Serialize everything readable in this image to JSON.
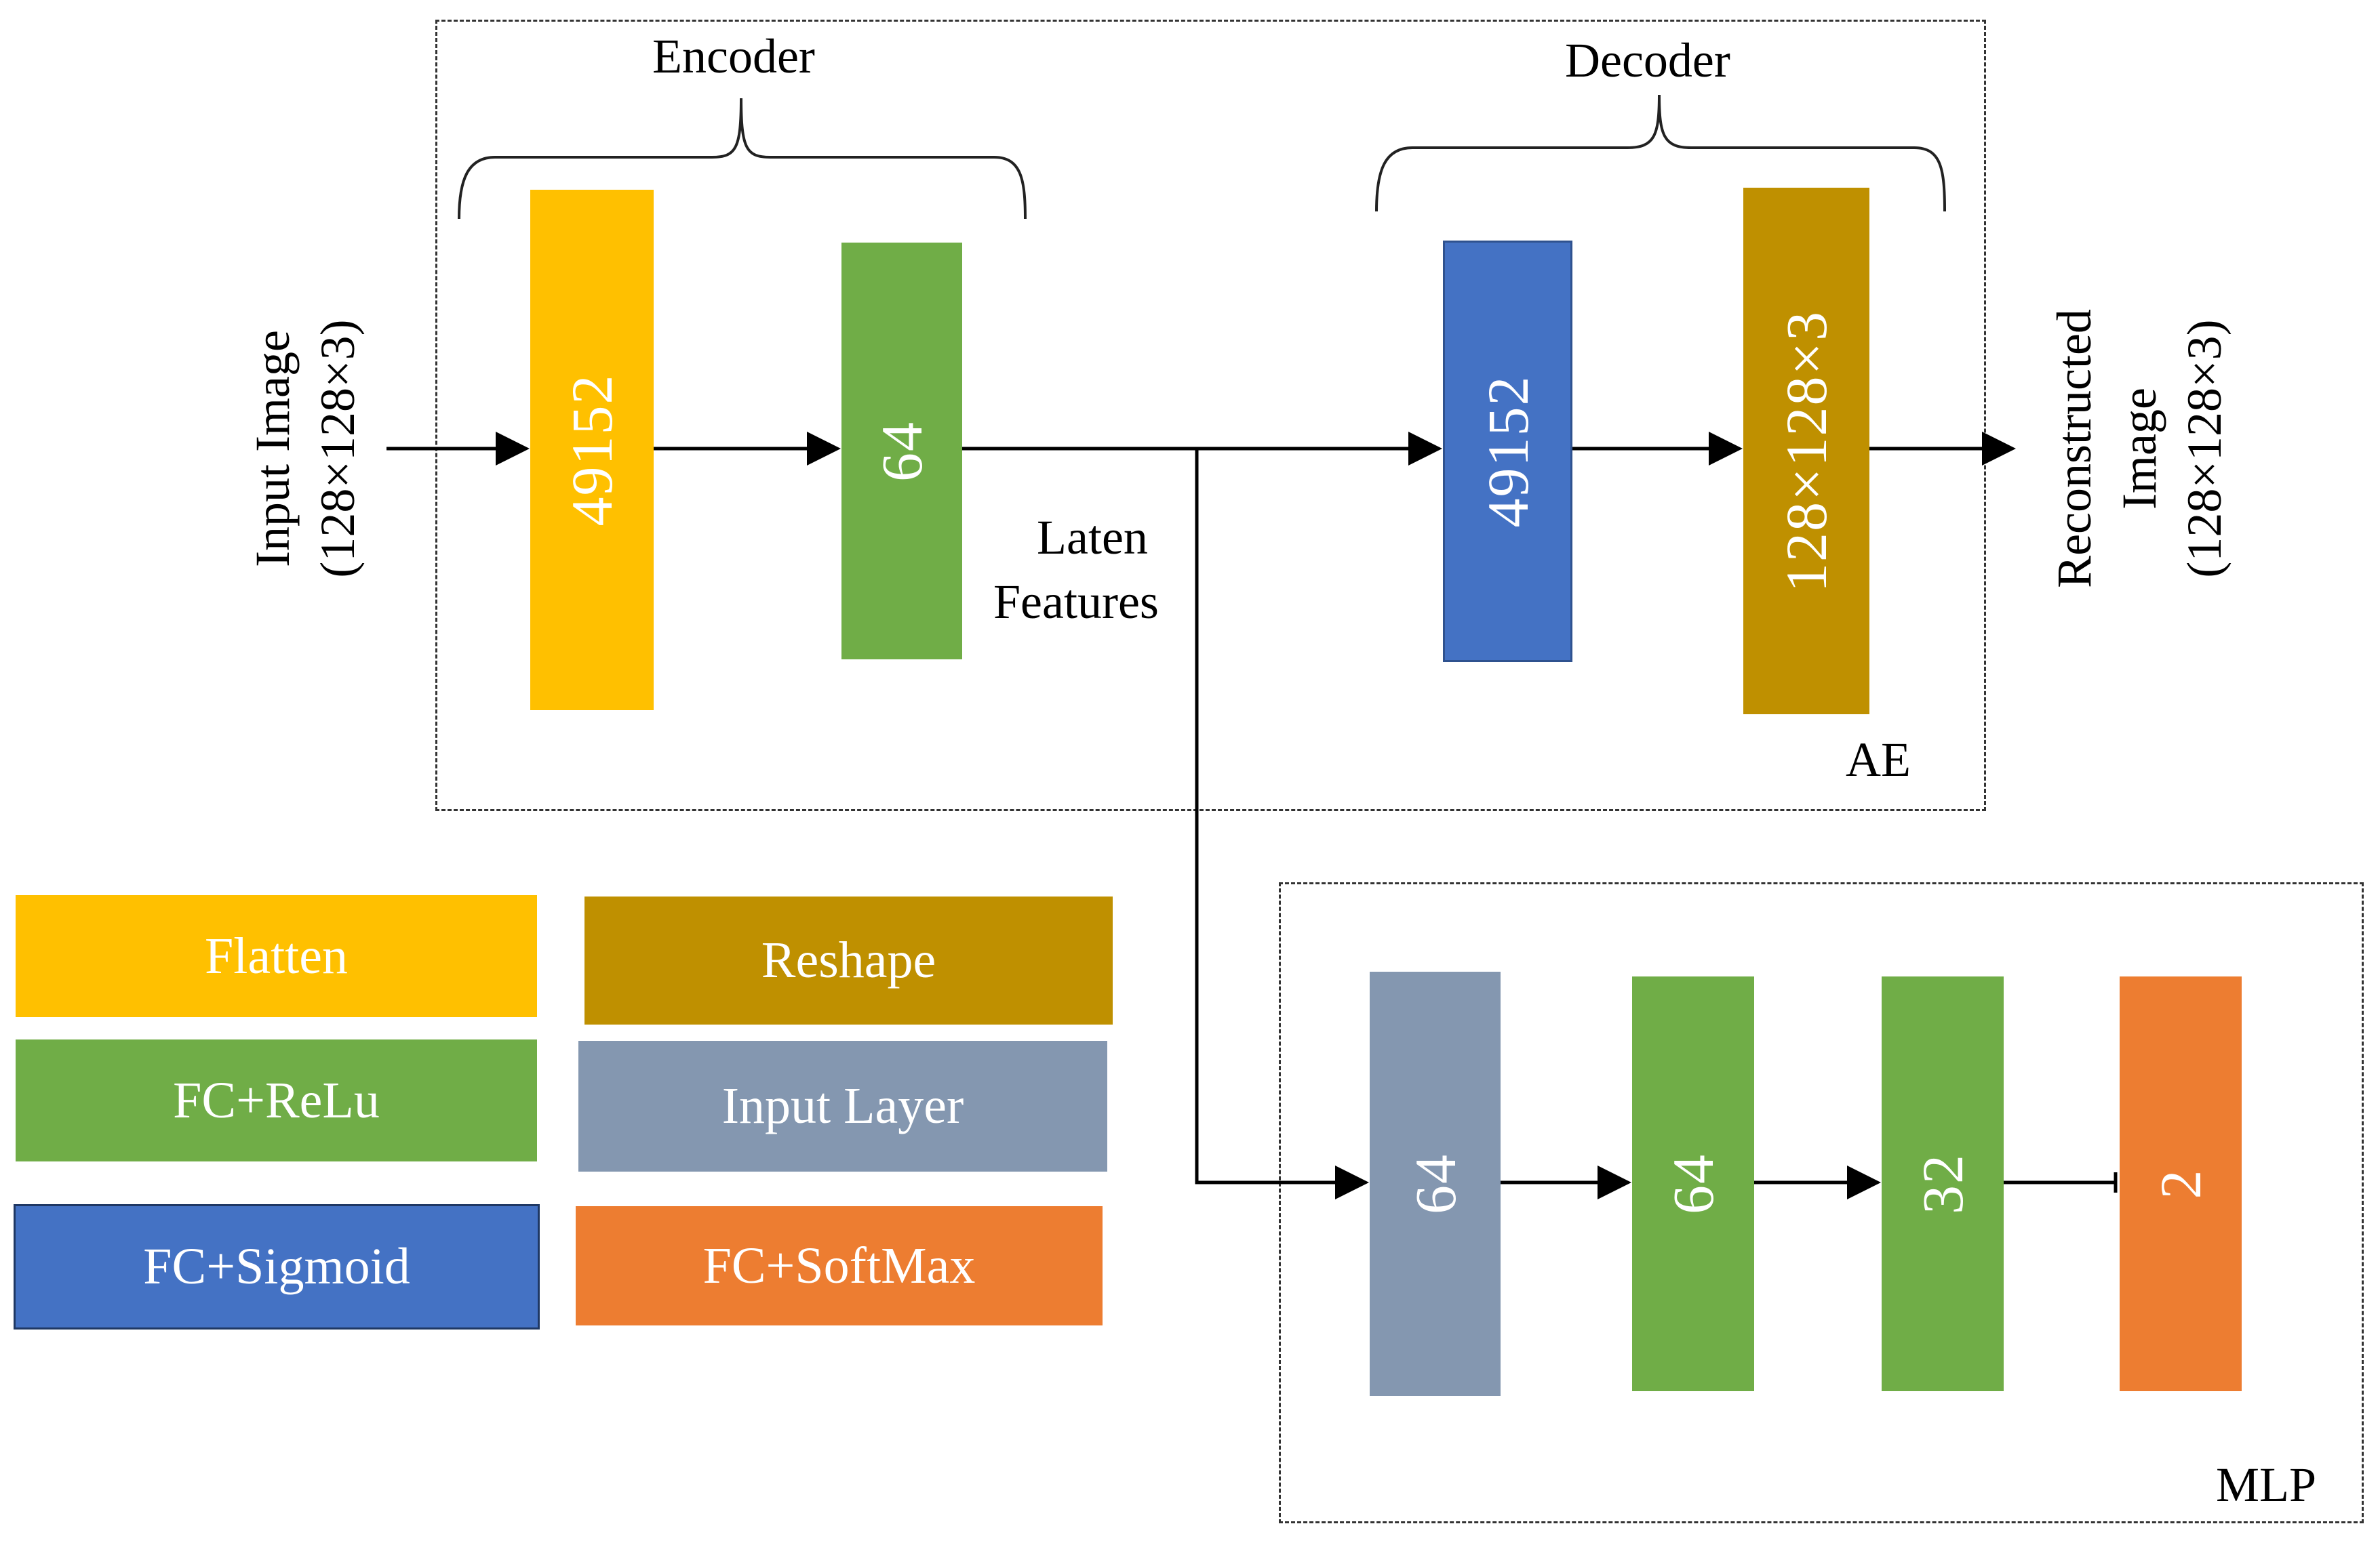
{
  "ae": {
    "label": "AE",
    "encoder_label": "Encoder",
    "decoder_label": "Decoder",
    "input_label_line1": "Input Image",
    "input_label_line2": "(128×128×3)",
    "output_label_line1": "Reconstructed",
    "output_label_line2": "Image",
    "output_label_line3": "(128×128×3)",
    "latent_label_line1": "Laten",
    "latent_label_line2": "Features",
    "layers": [
      {
        "label": "49152",
        "type": "Flatten",
        "color": "#FFC000"
      },
      {
        "label": "64",
        "type": "FC+ReLu",
        "color": "#70AD47"
      },
      {
        "label": "49152",
        "type": "FC+Sigmoid",
        "color": "#4472C4"
      },
      {
        "label": "128×128×3",
        "type": "Reshape",
        "color": "#BF9000"
      }
    ]
  },
  "mlp": {
    "label": "MLP",
    "layers": [
      {
        "label": "64",
        "type": "Input Layer",
        "color": "#8497B0"
      },
      {
        "label": "64",
        "type": "FC+ReLu",
        "color": "#70AD47"
      },
      {
        "label": "32",
        "type": "FC+ReLu",
        "color": "#70AD47"
      },
      {
        "label": "2",
        "type": "FC+SoftMax",
        "color": "#ED7D31"
      }
    ]
  },
  "legend": [
    {
      "label": "Flatten",
      "color": "#FFC000"
    },
    {
      "label": "Reshape",
      "color": "#BF9000"
    },
    {
      "label": "FC+ReLu",
      "color": "#70AD47"
    },
    {
      "label": "Input Layer",
      "color": "#8497B0"
    },
    {
      "label": "FC+Sigmoid",
      "color": "#4472C4"
    },
    {
      "label": "FC+SoftMax",
      "color": "#ED7D31"
    }
  ]
}
